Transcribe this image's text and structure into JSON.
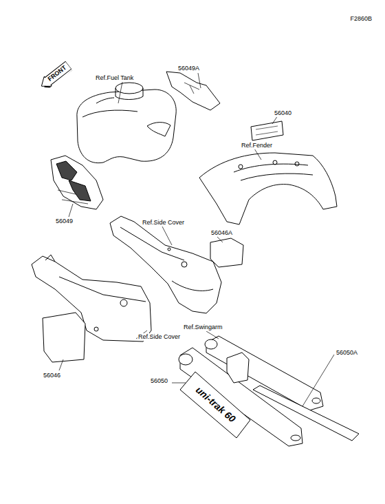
{
  "diagram": {
    "nodes": [
      {
        "text": [
          "FRONT"
        ]
      },
      {
        "text": [
          "uni-trak 60"
        ]
      }
    ],
    "labels": [
      "F2860B",
      "Ref.Fuel Tank",
      "56049A",
      "56040",
      "Ref.Fender",
      "56049",
      "Ref.Side Cover",
      "56046A",
      "Ref.Side Cover",
      "56046",
      "Ref.Swingarm",
      "56050A",
      "56050"
    ]
  }
}
